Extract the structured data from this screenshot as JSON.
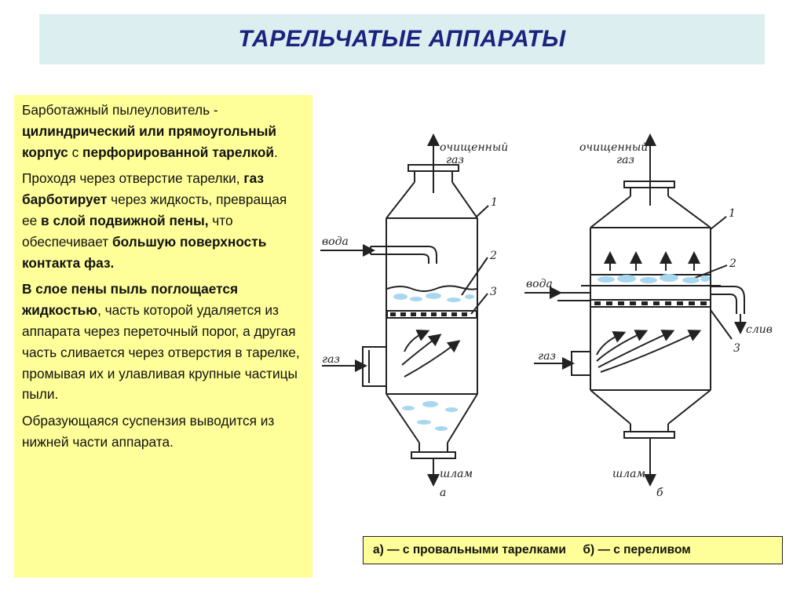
{
  "title": "ТАРЕЛЬЧАТЫЕ АППАРАТЫ",
  "text": {
    "p1": {
      "s1": "Барботажный пылеуловитель - ",
      "b1": "цилиндрический или прямоугольный корпус",
      "s2": " с ",
      "b2": "перфорированной тарелкой",
      "s3": "."
    },
    "p2": {
      "s1": "Проходя через отверстие тарелки, ",
      "b1": "газ барботирует",
      "s2": " через жидкость, превращая ее ",
      "b2": "в слой подвижной пены,",
      "s3": " что обеспечивает ",
      "b3": "большую поверхность контакта фаз."
    },
    "p3": {
      "b1": "В слое пены пыль поглощается жидкостью",
      "s1": ", часть которой удаляется из аппарата через переточный порог, а другая часть сливается через отверстия в тарелке, промывая их и улавливая крупные частицы пыли."
    },
    "p4": "Образующаяся суспензия выводится из нижней части аппарата."
  },
  "diagram": {
    "labels": {
      "clean_gas_1": "очищенный",
      "clean_gas_2": "газ",
      "water": "вода",
      "gas": "газ",
      "sludge": "шлам",
      "drain": "слив",
      "letter_a": "а",
      "letter_b": "б",
      "n1": "1",
      "n2": "2",
      "n3": "3"
    }
  },
  "caption": {
    "a": "а) — с провальными тарелками",
    "b": "б) — с переливом"
  },
  "colors": {
    "title_band": "#dceef0",
    "title_text": "#1a237e",
    "panel": "#ffff99",
    "foam": "#a8d8f0"
  }
}
